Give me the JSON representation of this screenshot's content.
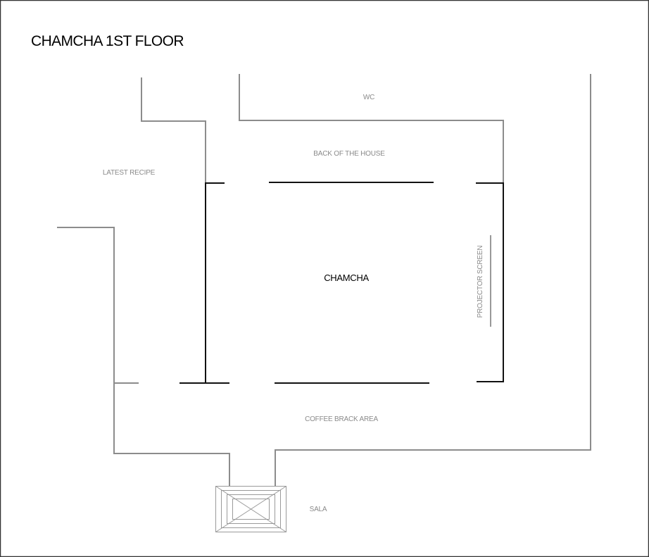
{
  "title": "CHAMCHA 1ST FLOOR",
  "rooms": {
    "wc": "WC",
    "back_of_house": "BACK OF THE HOUSE",
    "latest_recipe": "LATEST RECIPE",
    "chamcha": "CHAMCHA",
    "projector_screen": "PROJECTOR SCREEN",
    "coffee_break": "COFFEE BRACK AREA",
    "sala": "SALA"
  },
  "colors": {
    "outer_walls": "#8c8c8c",
    "room_walls": "#111111",
    "labels": "#8a8a8a",
    "frame": "#333333"
  }
}
